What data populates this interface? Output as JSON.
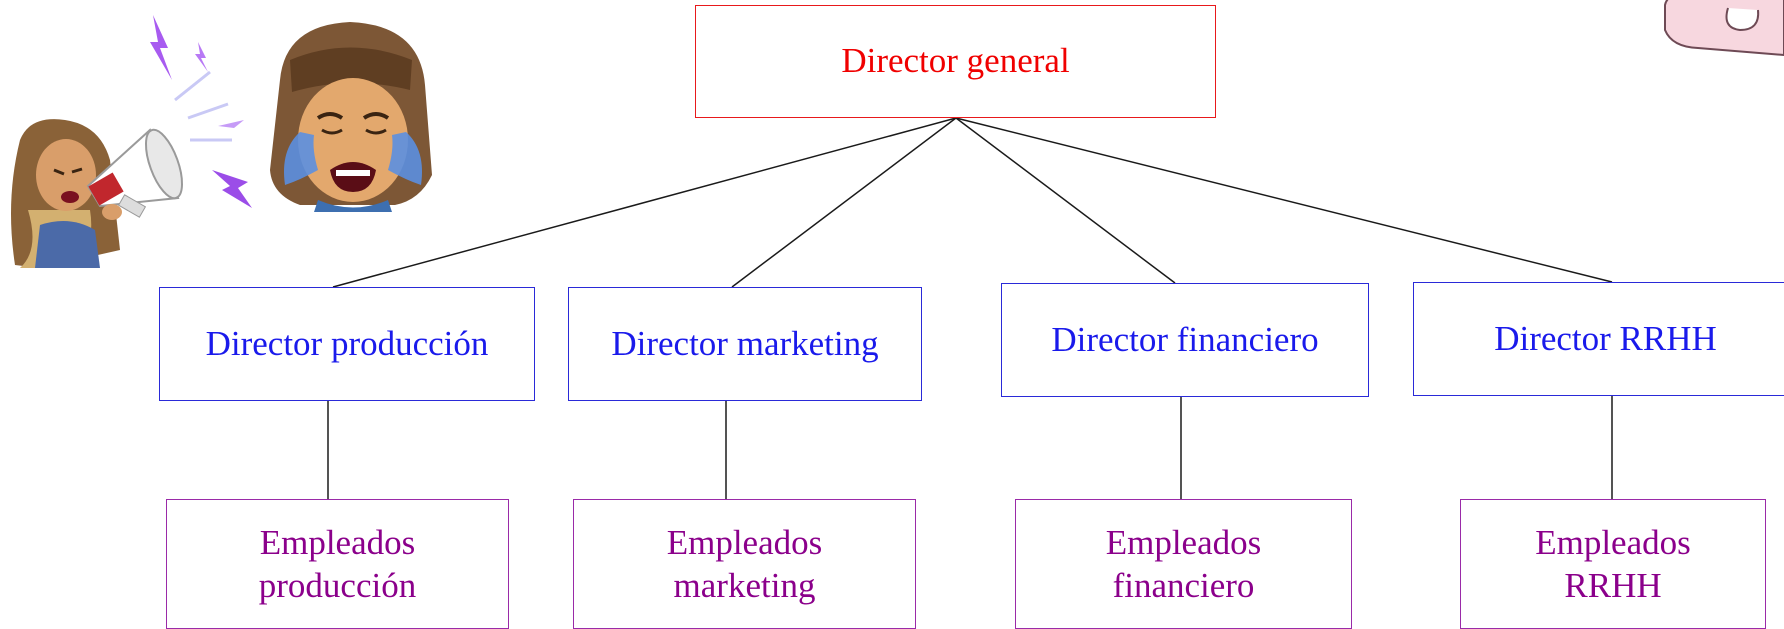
{
  "diagram": {
    "root": {
      "label": "Director general"
    },
    "directors": [
      {
        "label": "Director producción"
      },
      {
        "label": "Director marketing"
      },
      {
        "label": "Director financiero"
      },
      {
        "label": "Director RRHH"
      }
    ],
    "employees": [
      {
        "label": "Empleados\nproducción"
      },
      {
        "label": "Empleados\nmarketing"
      },
      {
        "label": "Empleados\nfinanciero"
      },
      {
        "label": "Empleados\nRRHH"
      }
    ]
  },
  "decorations": {
    "icons": [
      "megaphone-bitmoji-icon",
      "crying-bitmoji-icon",
      "pink-sticker-icon"
    ]
  },
  "colors": {
    "root_text": "#f00000",
    "director_text": "#1a1aeb",
    "employee_text": "#8b008b",
    "connector": "#1a1a1a"
  }
}
